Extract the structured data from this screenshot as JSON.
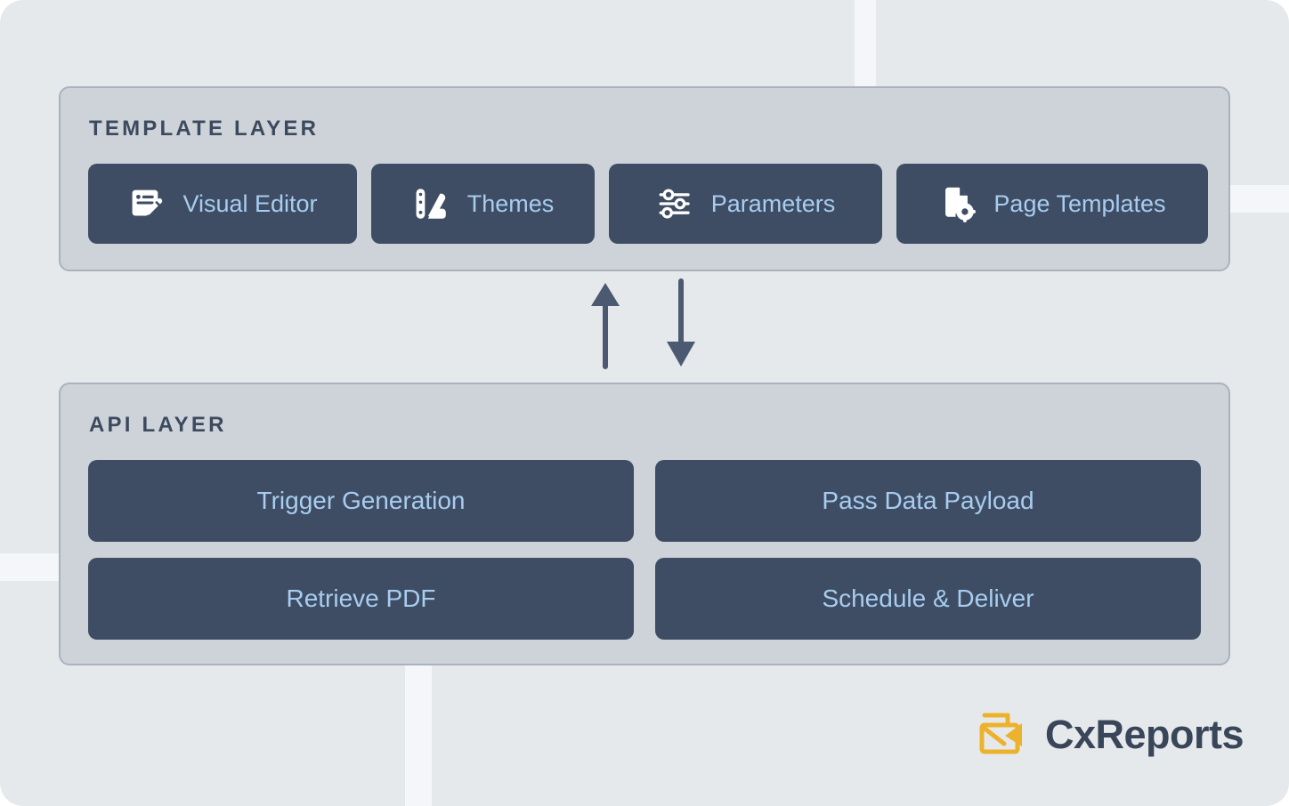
{
  "colors": {
    "background": "#e6e9ec",
    "grid_stripe": "#f4f6f9",
    "panel_fill": "#ced3da",
    "panel_border": "#a9b2bd",
    "button_fill": "#3e4d63",
    "button_text": "#a8cdf0",
    "heading_text": "#3c4a5e",
    "arrow": "#4b5a70",
    "brand_amber": "#edb22b",
    "brand_text": "#39465a"
  },
  "template_layer": {
    "title": "TEMPLATE LAYER",
    "buttons": [
      {
        "label": "Visual Editor",
        "icon": "visual-editor-icon"
      },
      {
        "label": "Themes",
        "icon": "themes-palette-icon"
      },
      {
        "label": "Parameters",
        "icon": "sliders-icon"
      },
      {
        "label": "Page Templates",
        "icon": "document-gear-icon"
      }
    ]
  },
  "connectors": {
    "up_arrow": "arrow-up",
    "down_arrow": "arrow-down"
  },
  "api_layer": {
    "title": "API LAYER",
    "buttons": [
      {
        "label": "Trigger Generation"
      },
      {
        "label": "Pass Data Payload"
      },
      {
        "label": "Retrieve PDF"
      },
      {
        "label": "Schedule & Deliver"
      }
    ]
  },
  "brand": {
    "name": "CxReports",
    "mark": "envelope-play-icon"
  }
}
